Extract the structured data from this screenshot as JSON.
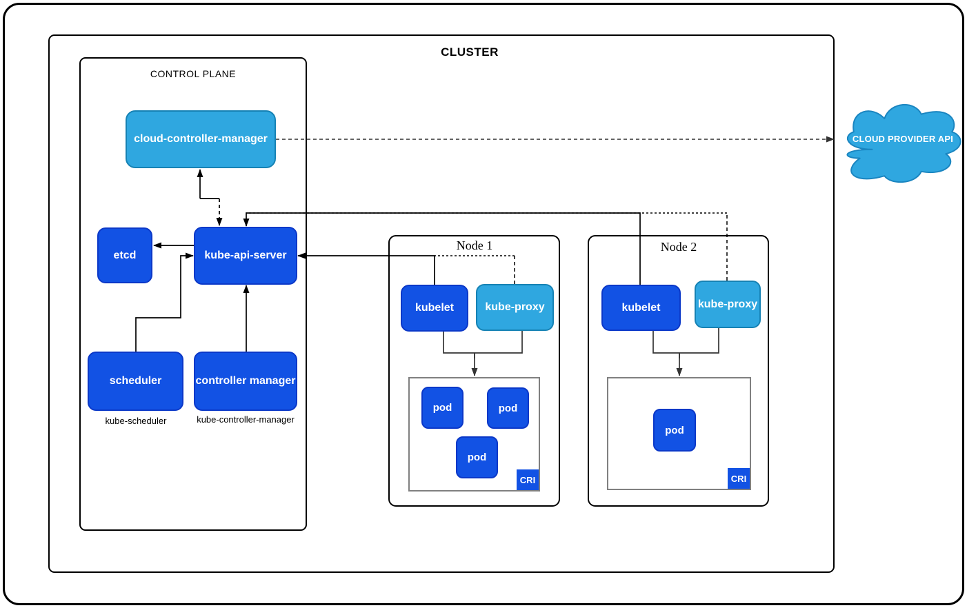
{
  "cluster": {
    "label": "CLUSTER"
  },
  "control_plane": {
    "label": "CONTROL PLANE",
    "cloud_controller_manager_label": "cloud-controller-manager",
    "etcd_label": "etcd",
    "kube_api_server_label": "kube-api-server",
    "scheduler_label": "scheduler",
    "controller_manager_label": "controller manager",
    "scheduler_caption": "kube-scheduler",
    "controller_manager_caption": "kube-controller-manager"
  },
  "node1": {
    "label": "Node 1",
    "kubelet_label": "kubelet",
    "kube_proxy_label": "kube-proxy",
    "pods": [
      "pod",
      "pod",
      "pod"
    ],
    "cri_label": "CRI"
  },
  "node2": {
    "label": "Node 2",
    "kubelet_label": "kubelet",
    "kube_proxy_label": "kube-proxy",
    "pods": [
      "pod"
    ],
    "cri_label": "CRI"
  },
  "cloud": {
    "label": "CLOUD PROVIDER API"
  },
  "colors": {
    "dark_blue_fill": "#1252e4",
    "dark_blue_stroke": "#0b38c8",
    "light_blue_fill": "#2fa7e0",
    "light_blue_stroke": "#1682b4",
    "cloud_fill": "#2fa7e0",
    "cloud_stroke": "#1a85c0",
    "connector_black": "#000000",
    "connector_gray": "#4d4d4d",
    "cri_border_gray": "#808080"
  }
}
